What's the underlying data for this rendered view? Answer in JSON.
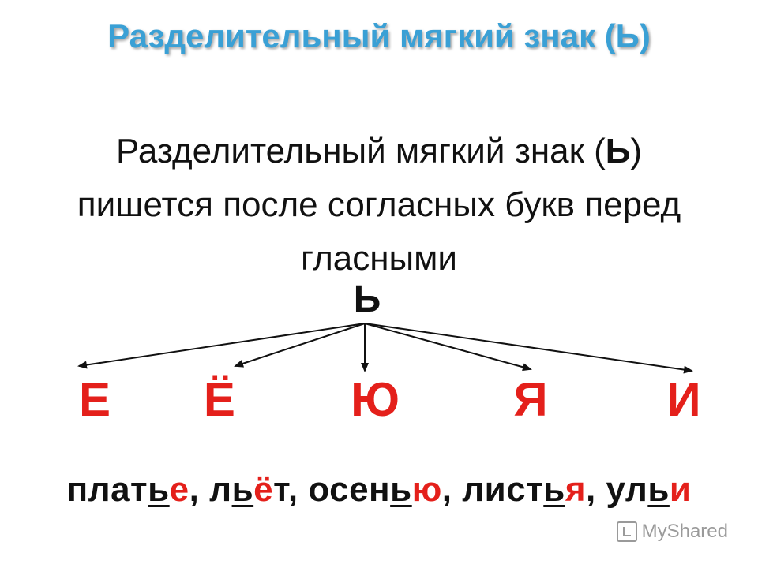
{
  "title": "Разделительный мягкий знак (Ь)",
  "rule": {
    "line1_before": "Разделительный мягкий знак (",
    "line1_sign": "Ь",
    "line1_after": ")",
    "line2": "пишется после согласных букв перед",
    "line3": "гласными"
  },
  "diagram": {
    "source": "Ь",
    "vowels": [
      "Е",
      "Ё",
      "Ю",
      "Я",
      "И"
    ],
    "arrow_color": "#111111",
    "vowel_color": "#e4201b"
  },
  "examples": [
    {
      "stem": "плат",
      "sign": "ь",
      "vowel": "е",
      "rest": ""
    },
    {
      "stem": "л",
      "sign": "ь",
      "vowel": "ё",
      "rest": "т"
    },
    {
      "stem": "осен",
      "sign": "ь",
      "vowel": "ю",
      "rest": ""
    },
    {
      "stem": "лист",
      "sign": "ь",
      "vowel": "я",
      "rest": ""
    },
    {
      "stem": "ул",
      "sign": "ь",
      "vowel": "и",
      "rest": ""
    }
  ],
  "separator": ", ",
  "watermark": "MyShared",
  "colors": {
    "title": "#3aa0d5",
    "accent": "#e4201b",
    "text": "#111111"
  }
}
